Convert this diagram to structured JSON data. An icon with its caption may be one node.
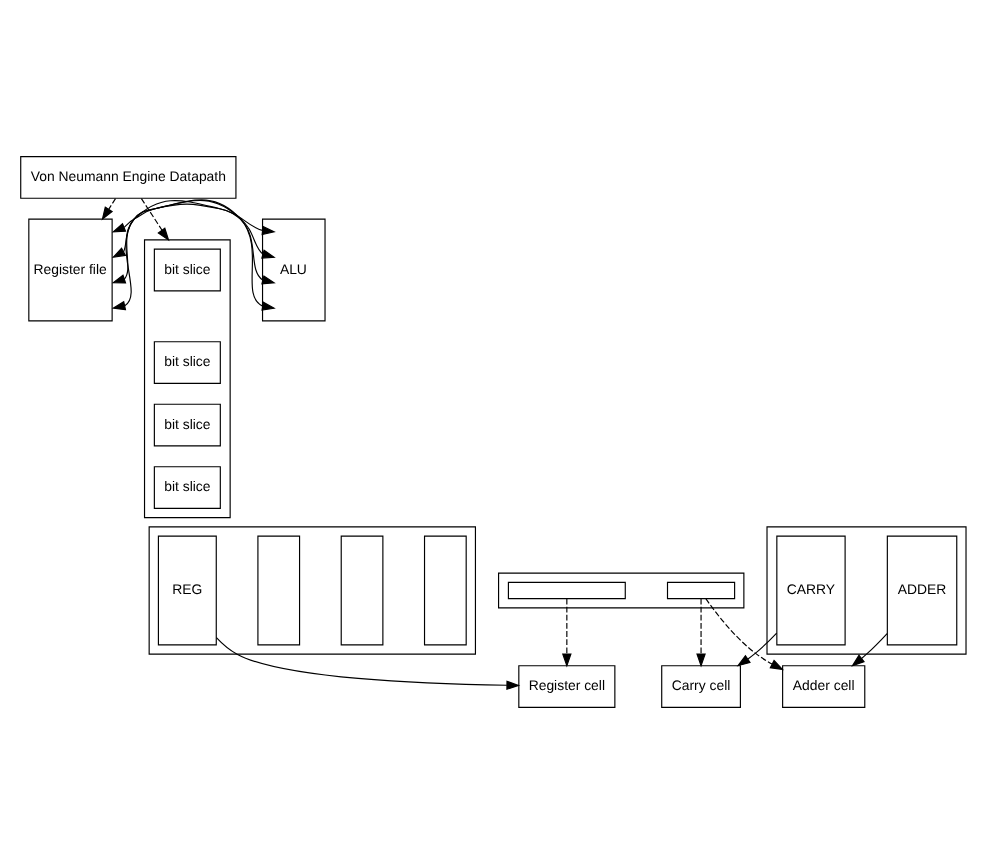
{
  "diagram": {
    "nodes": [
      {
        "text": [
          "Von Neumann Engine Datapath"
        ]
      },
      {
        "text": [
          "Register file"
        ]
      },
      {
        "text": [
          "ALU"
        ]
      },
      {
        "text": [],
        "shape": "box"
      },
      {
        "text": [
          "bit slice"
        ],
        "in": 3
      },
      {
        "text": [
          "bit slice"
        ],
        "in": 3
      },
      {
        "text": [
          "bit slice"
        ],
        "in": 3
      },
      {
        "text": [
          "bit slice"
        ],
        "in": 3
      },
      {
        "text": [],
        "shape": "box"
      },
      {
        "text": [
          "REG"
        ],
        "in": 8
      },
      {
        "text": [],
        "shape": "box",
        "in": 8
      },
      {
        "text": [],
        "shape": "box",
        "in": 8
      },
      {
        "text": [],
        "shape": "box",
        "in": 8
      },
      {
        "text": [],
        "shape": "box"
      },
      {
        "text": [
          "CARRY"
        ],
        "in": 13
      },
      {
        "text": [
          "ADDER"
        ],
        "in": 13
      },
      {
        "text": [],
        "shape": "box"
      },
      {
        "text": [],
        "shape": "box",
        "in": 16
      },
      {
        "text": [],
        "shape": "box",
        "in": 16
      },
      {
        "text": [
          "Register cell"
        ]
      },
      {
        "text": [
          "Carry cell"
        ]
      },
      {
        "text": [
          "Adder cell"
        ]
      }
    ],
    "edges": [
      {
        "from": 0,
        "to": 3,
        "arrow": "to",
        "style": "dashed"
      },
      {
        "from": 0,
        "to": 1,
        "arrow": "to",
        "style": "dashed"
      },
      {
        "from": 1,
        "to": 2,
        "arrow": "both"
      },
      {
        "from": 1,
        "to": 2,
        "arrow": "both"
      },
      {
        "from": 1,
        "to": 2,
        "arrow": "both"
      },
      {
        "from": 1,
        "to": 2,
        "arrow": "both"
      },
      {
        "from": 9,
        "to": 19,
        "arrow": "to"
      },
      {
        "from": 17,
        "to": 19,
        "arrow": "to",
        "style": "dashed"
      },
      {
        "from": 14,
        "to": 20,
        "arrow": "to"
      },
      {
        "from": 18,
        "to": 20,
        "arrow": "to",
        "style": "dashed"
      },
      {
        "from": 15,
        "to": 21,
        "arrow": "to"
      },
      {
        "from": 18,
        "to": 21,
        "arrow": "to",
        "style": "dashed"
      }
    ]
  }
}
